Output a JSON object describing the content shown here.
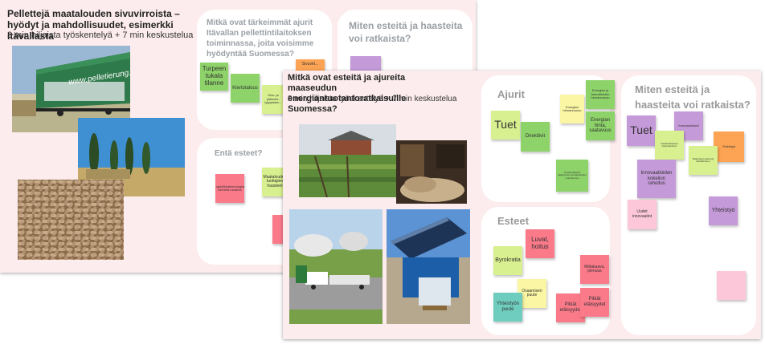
{
  "board1": {
    "title": "Pellettejä maatalouden sivuvirroista – hyödyt ja mahdollisuudet, esimerkki Itävallasta",
    "subtitle": "3 min hiljaista työskentelyä  + 7 min keskustelua",
    "truck_sign": "www.pelletierung...",
    "panel_top_title": "Mitkä ovat tärkeimmät ajurit Itävallan pellettintilaitoksen toiminnassa, joita voisimme hyödyntää Suomessa?",
    "panel_right_title": "Miten esteitä ja haasteita voi ratkaista?",
    "panel_bottom_title": "Entä esteet?",
    "notes": [
      {
        "text": "Turpeen tukala tilanne",
        "color": "green"
      },
      {
        "text": "Kiertotalous",
        "color": "green"
      },
      {
        "text": "Sivu- ja jäännös- tyyppisten...",
        "color": "lgreen"
      },
      {
        "text": "Sivuvirt...",
        "color": "orange"
      },
      {
        "text": "Logistiikkateknologian toiminta tuotanto",
        "color": "pink"
      },
      {
        "text": "Maatalouden tuottajien haasteet",
        "color": "lgreen"
      }
    ]
  },
  "board2": {
    "title": "Mitkä ovat esteitä ja ajureita maaseudun energiantuotantoratkaisuille Suomessa?",
    "subtitle": "3 min hiljaista työskentelyä  + 7 min keskustelua",
    "ajurit_title": "Ajurit",
    "esteet_title": "Esteet",
    "solve_title": "Miten esteitä ja haasteita voi ratkaista?",
    "ajurit_notes": [
      {
        "text": "Tuet",
        "color": "lgreen"
      },
      {
        "text": "Direktiivit",
        "color": "green"
      },
      {
        "text": "Energian hinnannousu",
        "color": "yellow"
      },
      {
        "text": "Energian ja lannoitteiden hinnannousu",
        "color": "green"
      },
      {
        "text": "Energian hinta, saatavuus",
        "color": "green"
      },
      {
        "text": "Tuppeenkäytön päättyminen ja käytäntöjen muuttuminen",
        "color": "green"
      }
    ],
    "esteet_notes": [
      {
        "text": "Luvat, hoitus",
        "color": "pink"
      },
      {
        "text": "Byrokratia",
        "color": "lgreen"
      },
      {
        "text": "Osaamisen puute",
        "color": "yellow"
      },
      {
        "text": "Yhteistyön puute",
        "color": "teal"
      },
      {
        "text": "Pitkät etäisyydet",
        "color": "pink"
      },
      {
        "text": "Pitkät etäisyydet",
        "color": "pink"
      },
      {
        "text": "Mittakaava, pienuus",
        "color": "pink"
      }
    ],
    "solve_notes": [
      {
        "text": "Tuet",
        "color": "purple"
      },
      {
        "text": "Innovaatiotuet",
        "color": "purple"
      },
      {
        "text": "Tuotekehityksen helpottaminen",
        "color": "lgreen"
      },
      {
        "text": "Yhteistyö",
        "color": "orange"
      },
      {
        "text": "Rakenteen parempi kehittäminen",
        "color": "lgreen"
      },
      {
        "text": "Innovaatioiden kokeilun rahoitus",
        "color": "purple"
      },
      {
        "text": "Uudet innovaatiot",
        "color": "lpink"
      },
      {
        "text": "Yhteistyö",
        "color": "purple"
      },
      {
        "text": "",
        "color": "lpink"
      }
    ]
  }
}
